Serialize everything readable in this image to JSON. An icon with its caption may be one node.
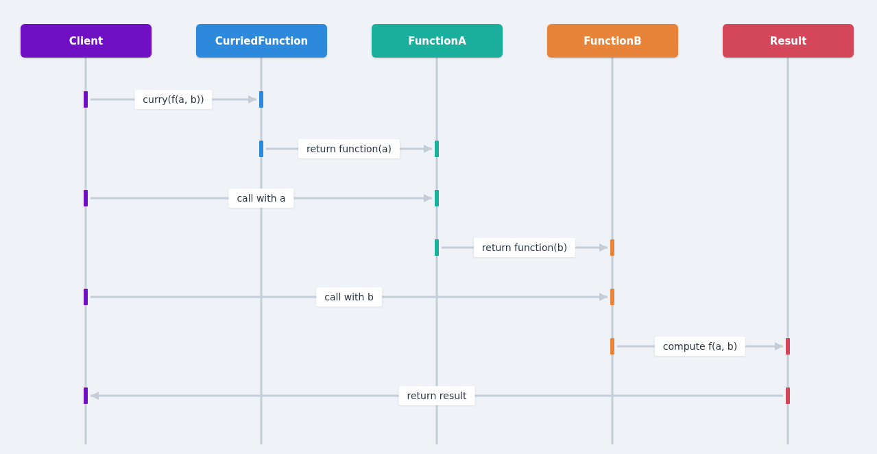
{
  "diagram": {
    "nodes": [
      {
        "text": [
          "Client"
        ]
      },
      {
        "text": [
          "CurriedFunction"
        ]
      },
      {
        "text": [
          "FunctionA"
        ]
      },
      {
        "text": [
          "FunctionB"
        ]
      },
      {
        "text": [
          "Result"
        ]
      },
      {
        "text": [],
        "shape": "bar"
      },
      {
        "text": [],
        "shape": "bar"
      },
      {
        "text": [],
        "shape": "bar"
      },
      {
        "text": [],
        "shape": "bar"
      },
      {
        "text": [],
        "shape": "bar"
      },
      {
        "text": [],
        "shape": "bar"
      },
      {
        "text": [],
        "shape": "bar"
      },
      {
        "text": [],
        "shape": "bar"
      },
      {
        "text": [],
        "shape": "bar"
      },
      {
        "text": [],
        "shape": "bar"
      },
      {
        "text": [],
        "shape": "bar"
      },
      {
        "text": [],
        "shape": "bar"
      },
      {
        "text": [],
        "shape": "bar"
      },
      {
        "text": [],
        "shape": "bar"
      }
    ],
    "edges": [
      {
        "from": 5,
        "to": 6,
        "arrow": "to",
        "label": "curry(f(a, b))"
      },
      {
        "from": 7,
        "to": 8,
        "arrow": "to",
        "label": "return function(a)"
      },
      {
        "from": 9,
        "to": 10,
        "arrow": "to",
        "label": "call with a"
      },
      {
        "from": 11,
        "to": 12,
        "arrow": "to",
        "label": "return function(b)"
      },
      {
        "from": 13,
        "to": 14,
        "arrow": "to",
        "label": "call with b"
      },
      {
        "from": 15,
        "to": 16,
        "arrow": "to",
        "label": "compute f(a, b)"
      },
      {
        "from": 18,
        "to": 17,
        "arrow": "to",
        "label": "return result"
      }
    ]
  }
}
